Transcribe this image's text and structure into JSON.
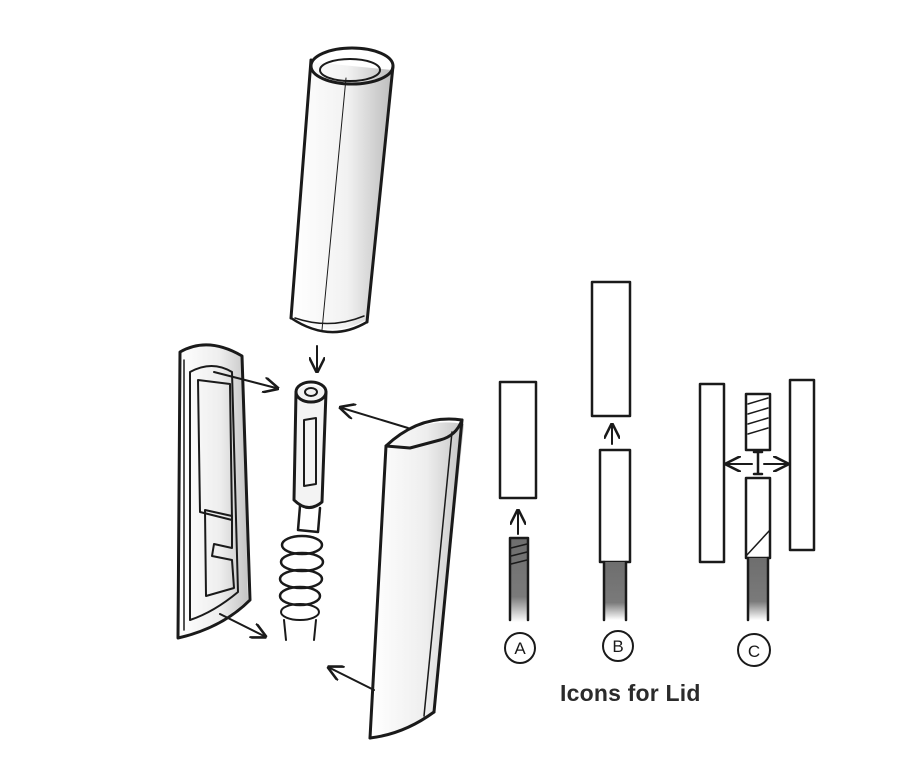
{
  "caption": "Icons for Lid",
  "icon_labels": {
    "a": "A",
    "b": "B",
    "c": "C"
  },
  "colors": {
    "ink": "#1a1a1a",
    "icon_fill": "#7d7d7d",
    "icon_fill_dark": "#5c5c5c",
    "tube_shade": "#d4d4d4",
    "caption_text": "#2b2b2b"
  }
}
